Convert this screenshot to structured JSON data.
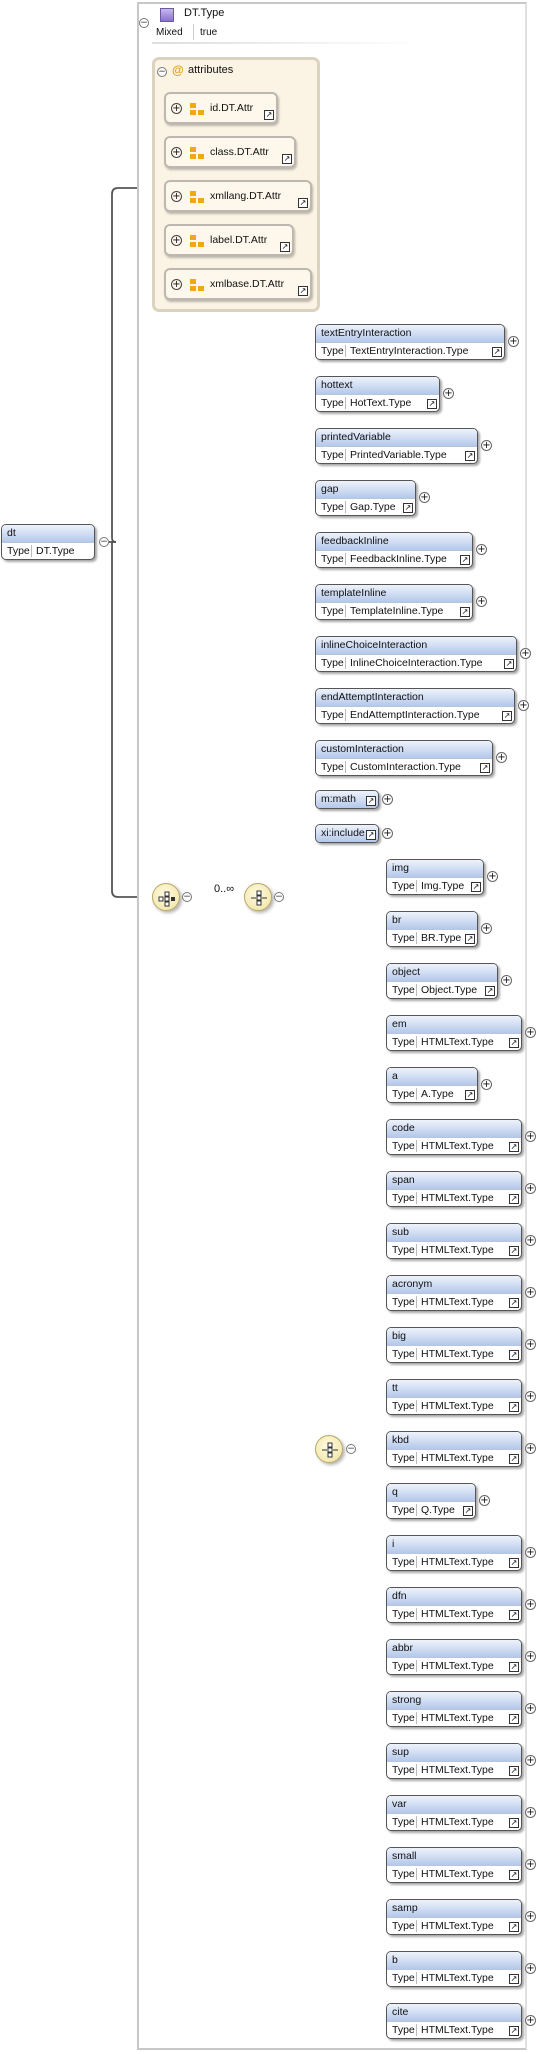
{
  "root": {
    "name": "dt",
    "type_label": "Type",
    "type": "DT.Type"
  },
  "complex_type": {
    "name": "DT.Type",
    "mixed_label": "Mixed",
    "mixed_value": "true"
  },
  "attributes": {
    "title": "attributes",
    "items": [
      "id.DT.Attr",
      "class.DT.Attr",
      "xmllang.DT.Attr",
      "label.DT.Attr",
      "xmlbase.DT.Attr"
    ]
  },
  "occurrence": "0..∞",
  "type_label": "Type",
  "choice1": [
    {
      "name": "textEntryInteraction",
      "type": "TextEntryInteraction.Type"
    },
    {
      "name": "hottext",
      "type": "HotText.Type"
    },
    {
      "name": "printedVariable",
      "type": "PrintedVariable.Type"
    },
    {
      "name": "gap",
      "type": "Gap.Type"
    },
    {
      "name": "feedbackInline",
      "type": "FeedbackInline.Type"
    },
    {
      "name": "templateInline",
      "type": "TemplateInline.Type"
    },
    {
      "name": "inlineChoiceInteraction",
      "type": "InlineChoiceInteraction.Type"
    },
    {
      "name": "endAttemptInteraction",
      "type": "EndAttemptInteraction.Type"
    },
    {
      "name": "customInteraction",
      "type": "CustomInteraction.Type"
    },
    {
      "name": "m:math",
      "type": ""
    },
    {
      "name": "xi:include",
      "type": ""
    }
  ],
  "choice2": [
    {
      "name": "img",
      "type": "Img.Type"
    },
    {
      "name": "br",
      "type": "BR.Type"
    },
    {
      "name": "object",
      "type": "Object.Type"
    },
    {
      "name": "em",
      "type": "HTMLText.Type"
    },
    {
      "name": "a",
      "type": "A.Type"
    },
    {
      "name": "code",
      "type": "HTMLText.Type"
    },
    {
      "name": "span",
      "type": "HTMLText.Type"
    },
    {
      "name": "sub",
      "type": "HTMLText.Type"
    },
    {
      "name": "acronym",
      "type": "HTMLText.Type"
    },
    {
      "name": "big",
      "type": "HTMLText.Type"
    },
    {
      "name": "tt",
      "type": "HTMLText.Type"
    },
    {
      "name": "kbd",
      "type": "HTMLText.Type"
    },
    {
      "name": "q",
      "type": "Q.Type"
    },
    {
      "name": "i",
      "type": "HTMLText.Type"
    },
    {
      "name": "dfn",
      "type": "HTMLText.Type"
    },
    {
      "name": "abbr",
      "type": "HTMLText.Type"
    },
    {
      "name": "strong",
      "type": "HTMLText.Type"
    },
    {
      "name": "sup",
      "type": "HTMLText.Type"
    },
    {
      "name": "var",
      "type": "HTMLText.Type"
    },
    {
      "name": "small",
      "type": "HTMLText.Type"
    },
    {
      "name": "samp",
      "type": "HTMLText.Type"
    },
    {
      "name": "b",
      "type": "HTMLText.Type"
    },
    {
      "name": "cite",
      "type": "HTMLText.Type"
    }
  ]
}
